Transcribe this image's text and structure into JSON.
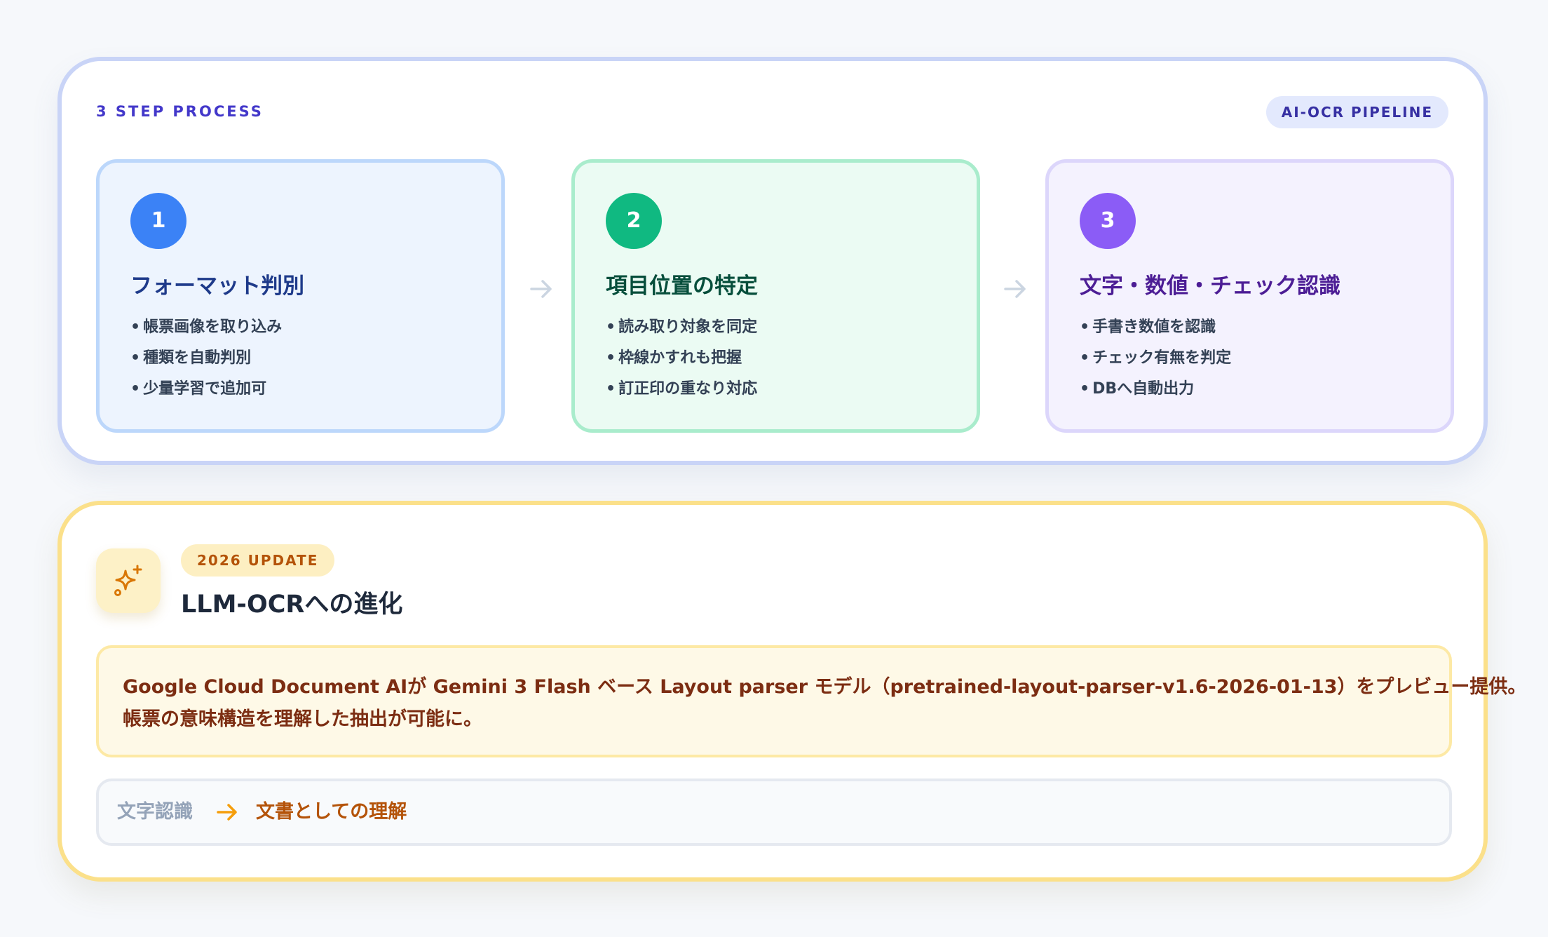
{
  "pipeline": {
    "kicker": "3 STEP PROCESS",
    "tag": "AI-OCR PIPELINE",
    "steps": [
      {
        "number": "1",
        "title": "フォーマット判別",
        "bullets": [
          "帳票画像を取り込み",
          "種類を自動判別",
          "少量学習で追加可"
        ]
      },
      {
        "number": "2",
        "title": "項目位置の特定",
        "bullets": [
          "読み取り対象を同定",
          "枠線かすれも把握",
          "訂正印の重なり対応"
        ]
      },
      {
        "number": "3",
        "title": "文字・数値・チェック認識",
        "bullets": [
          "手書き数値を認識",
          "チェック有無を判定",
          "DBへ自動出力"
        ]
      }
    ],
    "arrow_icon": "arrow-right-icon"
  },
  "update": {
    "icon": "sparkles-icon",
    "tag": "2026 UPDATE",
    "title": "LLM-OCRへの進化",
    "note_line_1": "Google Cloud Document AIが Gemini 3 Flash ベース Layout parser モデル（pretrained-layout-parser-v1.6-2026-01-13）をプレビュー提供。",
    "note_line_2": "帳票の意味構造を理解した抽出が可能に。",
    "flow_from": "文字認識",
    "flow_to": "文書としての理解"
  },
  "colors": {
    "step1": "#3b82f6",
    "step2": "#10b981",
    "step3": "#8b5cf6",
    "accent_amber": "#b45309",
    "indigo": "#4338ca"
  }
}
